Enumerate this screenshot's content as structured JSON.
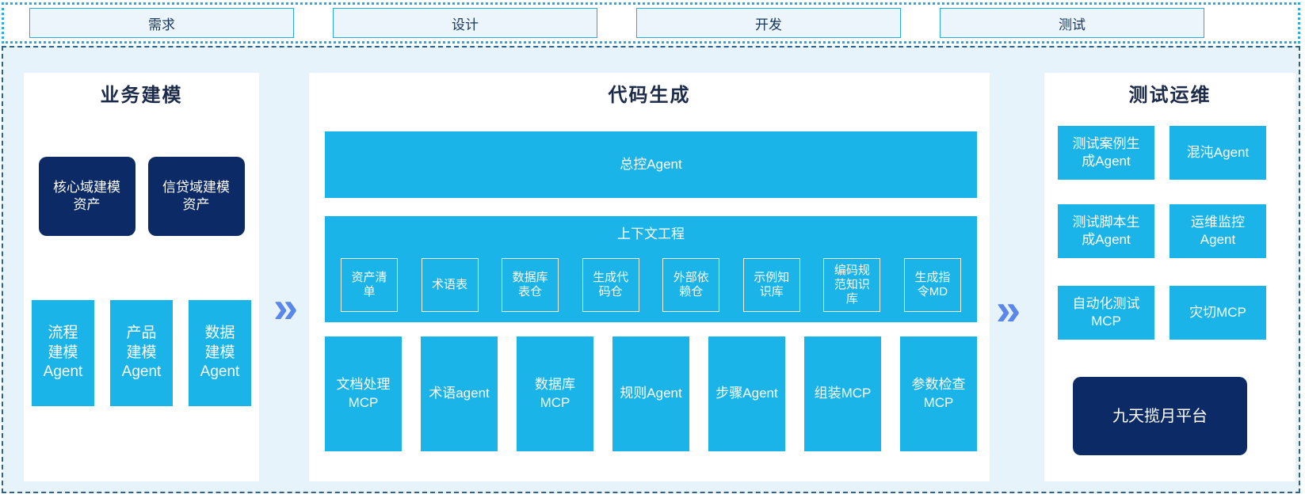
{
  "phases": [
    "需求",
    "设计",
    "开发",
    "测试"
  ],
  "arrows": {
    "left": "»",
    "right": "»"
  },
  "business_modeling": {
    "title": "业务建模",
    "assets": [
      "核心域建模\n资产",
      "信贷域建模\n资产"
    ],
    "agents": [
      "流程\n建模\nAgent",
      "产品\n建模\nAgent",
      "数据\n建模\nAgent"
    ]
  },
  "code_generation": {
    "title": "代码生成",
    "master_agent": "总控Agent",
    "context": {
      "title": "上下文工程",
      "items": [
        "资产清\n单",
        "术语表",
        "数据库\n表仓",
        "生成代\n码仓",
        "外部依\n赖仓",
        "示例知\n识库",
        "编码规\n范知识\n库",
        "生成指\n令MD"
      ]
    },
    "tools": [
      "文档处理\nMCP",
      "术语agent",
      "数据库\nMCP",
      "规则Agent",
      "步骤Agent",
      "组装MCP",
      "参数检查\nMCP"
    ]
  },
  "test_ops": {
    "title": "测试运维",
    "boxes": [
      "测试案例生\n成Agent",
      "混沌Agent",
      "测试脚本生\n成Agent",
      "运维监控\nAgent",
      "自动化测试\nMCP",
      "灾切MCP"
    ],
    "platform": "九天揽月平台"
  },
  "colors": {
    "cyan": "#1AB4E9",
    "navy": "#0C2B66",
    "container_bg": "#E7F3FB",
    "phase_box_bg": "#ECF5FB",
    "phase_border": "#29ABE2",
    "dotted_border": "#2AACE3",
    "dashed_border": "#2F6288",
    "chevron": "#5B87EB",
    "title_text": "#1C2B4A",
    "phase_text": "#16365C"
  }
}
